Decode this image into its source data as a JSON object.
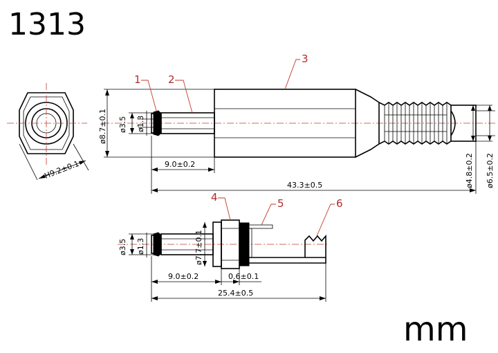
{
  "title": "1313",
  "units": "mm",
  "callouts": [
    "1",
    "2",
    "3",
    "4",
    "5",
    "6"
  ],
  "dimensions": {
    "hex": "H9.2±0.1",
    "plug_outer_dia": "ø8.7±0.1",
    "plug_dia_3_5": "ø3.5",
    "plug_dia_1_3": "ø1.3",
    "plug_tip_len": "9.0±0.2",
    "plug_total_len": "43.3±0.5",
    "cable_dia_4_8": "ø4.8±0.2",
    "cable_dia_6_5": "ø6.5±0.2",
    "open_dia_3_5": "ø3.5",
    "open_dia_1_3": "ø1.3",
    "open_dia_7_7": "ø7.7±0.1",
    "open_tip_len": "9.0±0.2",
    "open_flange": "0.6±0.1",
    "open_total_len": "25.4±0.5"
  },
  "icons": {
    "arrow": "dimension-arrowhead",
    "hex": "hex-nut-end-view"
  }
}
